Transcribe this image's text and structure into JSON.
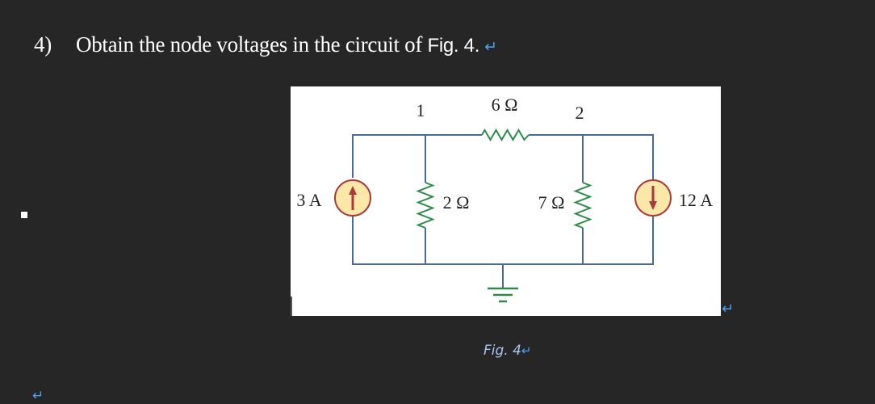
{
  "question": {
    "number": "4)",
    "text": "Obtain the node voltages in the circuit of ",
    "fig_ref": "Fig.  4.",
    "paragraph_mark": "↵"
  },
  "figure": {
    "nodes": {
      "node1": "1",
      "node2": "2"
    },
    "components": {
      "r_top": "6 Ω",
      "r_left": "2 Ω",
      "r_right": "7 Ω",
      "source_left": "3 A",
      "source_right": "12 A"
    },
    "colors": {
      "wire": "#4a6a93",
      "resistor": "#2e8b4a",
      "source_fill": "#fbe7a8",
      "source_stroke": "#a83a3a",
      "arrow": "#a83a3a"
    }
  },
  "caption": {
    "text": "Fig.  4",
    "paragraph_mark": "↵"
  },
  "marks": {
    "end": "↵",
    "top": "↵",
    "image": "↵"
  }
}
